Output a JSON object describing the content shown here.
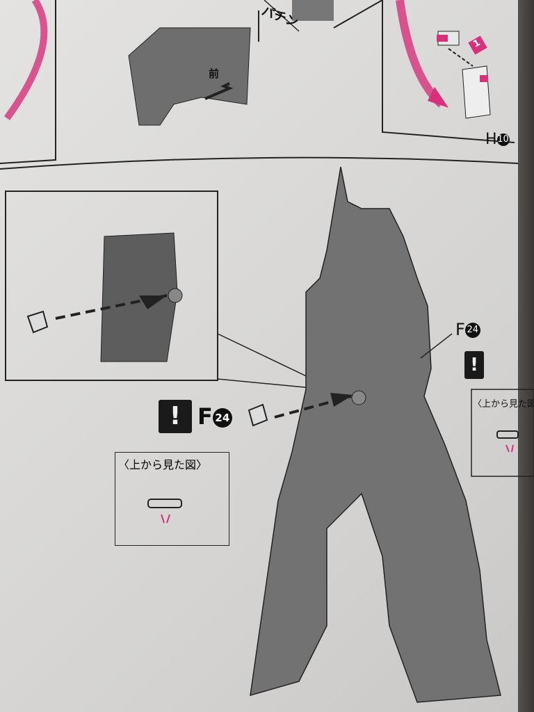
{
  "top_section": {
    "snap_text": "パチン",
    "front_label": "前",
    "part_ref_letter": "H",
    "part_ref_number": "10",
    "step_number": "1"
  },
  "main_section": {
    "warning_symbol": "!",
    "left_callout": {
      "part_letter": "F",
      "part_number": "24"
    },
    "right_callout": {
      "part_letter": "F",
      "part_number": "24"
    },
    "left_view_label": "〈上から見た図〉",
    "right_view_label": "〈上から見た図〉"
  },
  "colors": {
    "accent": "#d6317a",
    "ink": "#1a1a1a",
    "paper": "#e0dfdd"
  }
}
